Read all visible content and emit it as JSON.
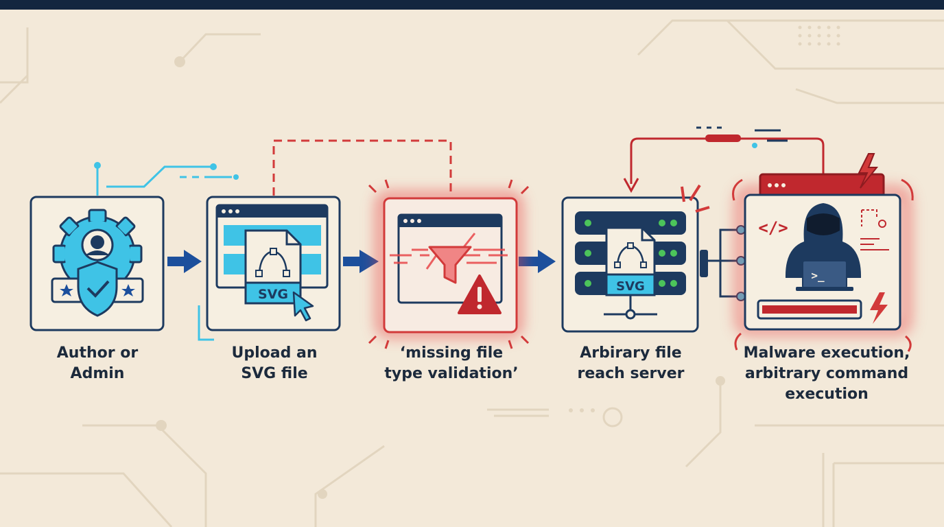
{
  "steps": [
    {
      "label_lines": [
        "Author or",
        "Admin"
      ]
    },
    {
      "label_lines": [
        "Upload an",
        "SVG file"
      ],
      "file_tag": "SVG"
    },
    {
      "label_lines": [
        "‘missing file",
        "type validation’"
      ]
    },
    {
      "label_lines": [
        "Arbirary file",
        "reach server"
      ],
      "file_tag": "SVG"
    },
    {
      "label_lines": [
        "Malware execution,",
        "arbitrary command",
        "execution"
      ],
      "code_tag": "</>",
      "terminal_prompt": ">_"
    }
  ],
  "icons": {
    "step1": [
      "gear-icon",
      "user-icon",
      "shield-check-icon",
      "star-icon"
    ],
    "step2": [
      "browser-window-icon",
      "svg-file-icon",
      "cursor-icon"
    ],
    "step3": [
      "browser-window-icon",
      "filter-funnel-icon",
      "warning-icon"
    ],
    "step4": [
      "server-rack-icon",
      "svg-file-icon"
    ],
    "step5": [
      "hooded-hacker-icon",
      "laptop-icon",
      "lightning-icon",
      "code-icon"
    ]
  },
  "colors": {
    "background": "#f3e9d9",
    "ink": "#1c2a3c",
    "navy": "#1d3a5f",
    "accent_blue": "#1c4f9c",
    "cyan": "#3fc3e6",
    "danger_red": "#d23a3a",
    "bar_red": "#c0282e",
    "server_green": "#4cc45a"
  }
}
